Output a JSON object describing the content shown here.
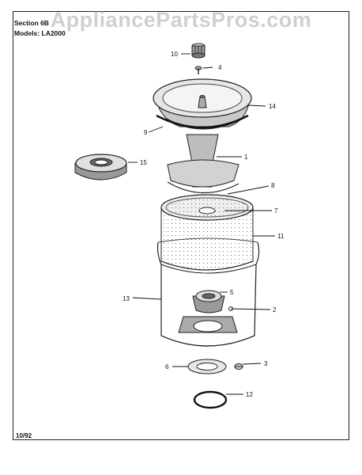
{
  "watermark": "AppliancePartsPros.com",
  "header": {
    "section_label": "Section",
    "section_value": "6B",
    "models_label": "Models:",
    "models_value": "LA2000"
  },
  "footer": {
    "date": "10/92"
  },
  "parts": [
    {
      "number": "1"
    },
    {
      "number": "2"
    },
    {
      "number": "3"
    },
    {
      "number": "4"
    },
    {
      "number": "5"
    },
    {
      "number": "6"
    },
    {
      "number": "7"
    },
    {
      "number": "8"
    },
    {
      "number": "9"
    },
    {
      "number": "10"
    },
    {
      "number": "11"
    },
    {
      "number": "12"
    },
    {
      "number": "13"
    },
    {
      "number": "14"
    },
    {
      "number": "15"
    }
  ]
}
